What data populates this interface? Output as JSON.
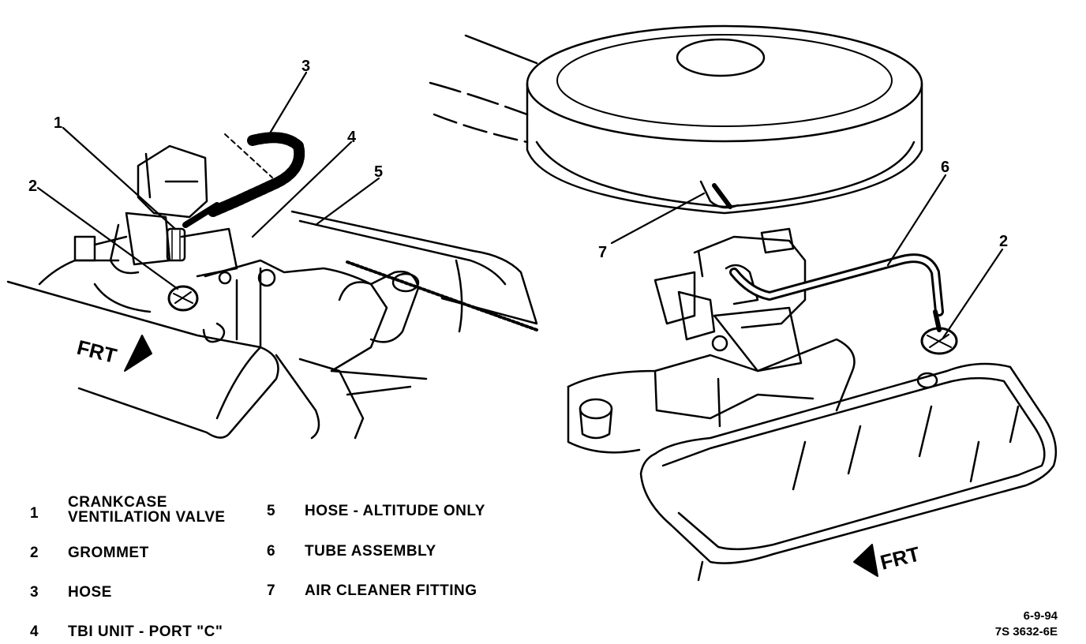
{
  "callouts": {
    "left": [
      "1",
      "2",
      "3",
      "4",
      "5"
    ],
    "right": [
      "6",
      "7",
      "2"
    ]
  },
  "frt_label": "FRT",
  "legend": [
    {
      "num": "1",
      "line1": "CRANKCASE",
      "line2": "VENTILATION VALVE"
    },
    {
      "num": "2",
      "line1": "GROMMET",
      "line2": ""
    },
    {
      "num": "3",
      "line1": "HOSE",
      "line2": ""
    },
    {
      "num": "4",
      "line1": "TBI UNIT - PORT \"C\"",
      "line2": ""
    },
    {
      "num": "5",
      "line1": "HOSE - ALTITUDE ONLY",
      "line2": ""
    },
    {
      "num": "6",
      "line1": "TUBE ASSEMBLY",
      "line2": ""
    },
    {
      "num": "7",
      "line1": "AIR CLEANER FITTING",
      "line2": ""
    }
  ],
  "date": "6-9-94",
  "figure_id": "7S 3632-6E"
}
